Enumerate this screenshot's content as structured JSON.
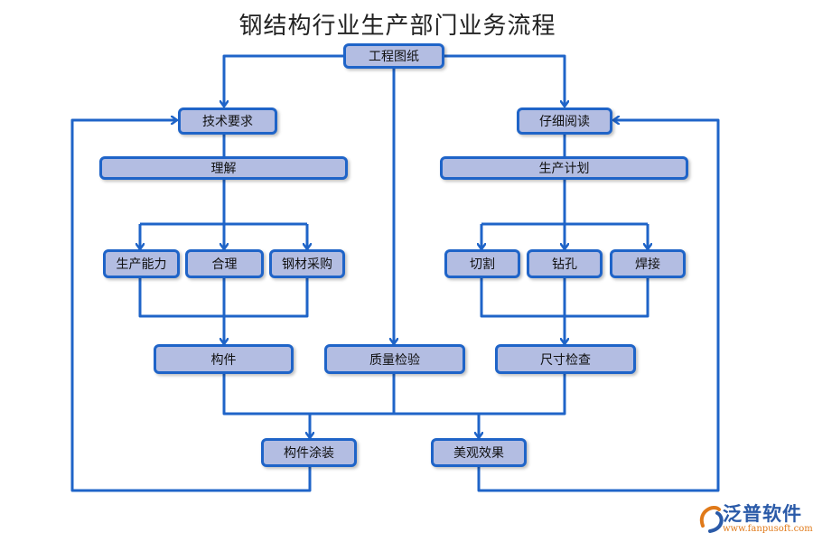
{
  "title": "钢结构行业生产部门业务流程",
  "nodes": {
    "drawings": "工程图纸",
    "tech_requirements": "技术要求",
    "understanding": "理解",
    "capacity": "生产能力",
    "reasonable": "合理",
    "steel_purchase": "钢材采购",
    "component": "构件",
    "quality_inspection": "质量检验",
    "dimension_check": "尺寸检查",
    "careful_reading": "仔细阅读",
    "production_plan": "生产计划",
    "cutting": "切割",
    "drilling": "钻孔",
    "welding": "焊接",
    "component_coating": "构件涂装",
    "appearance_effect": "美观效果"
  },
  "logo": {
    "name": "泛普软件",
    "url": "www.fanpusoft.com"
  },
  "colors": {
    "line": "#1f64c8",
    "node_fill": "#b3bde2",
    "node_border": "#1f64c8"
  }
}
